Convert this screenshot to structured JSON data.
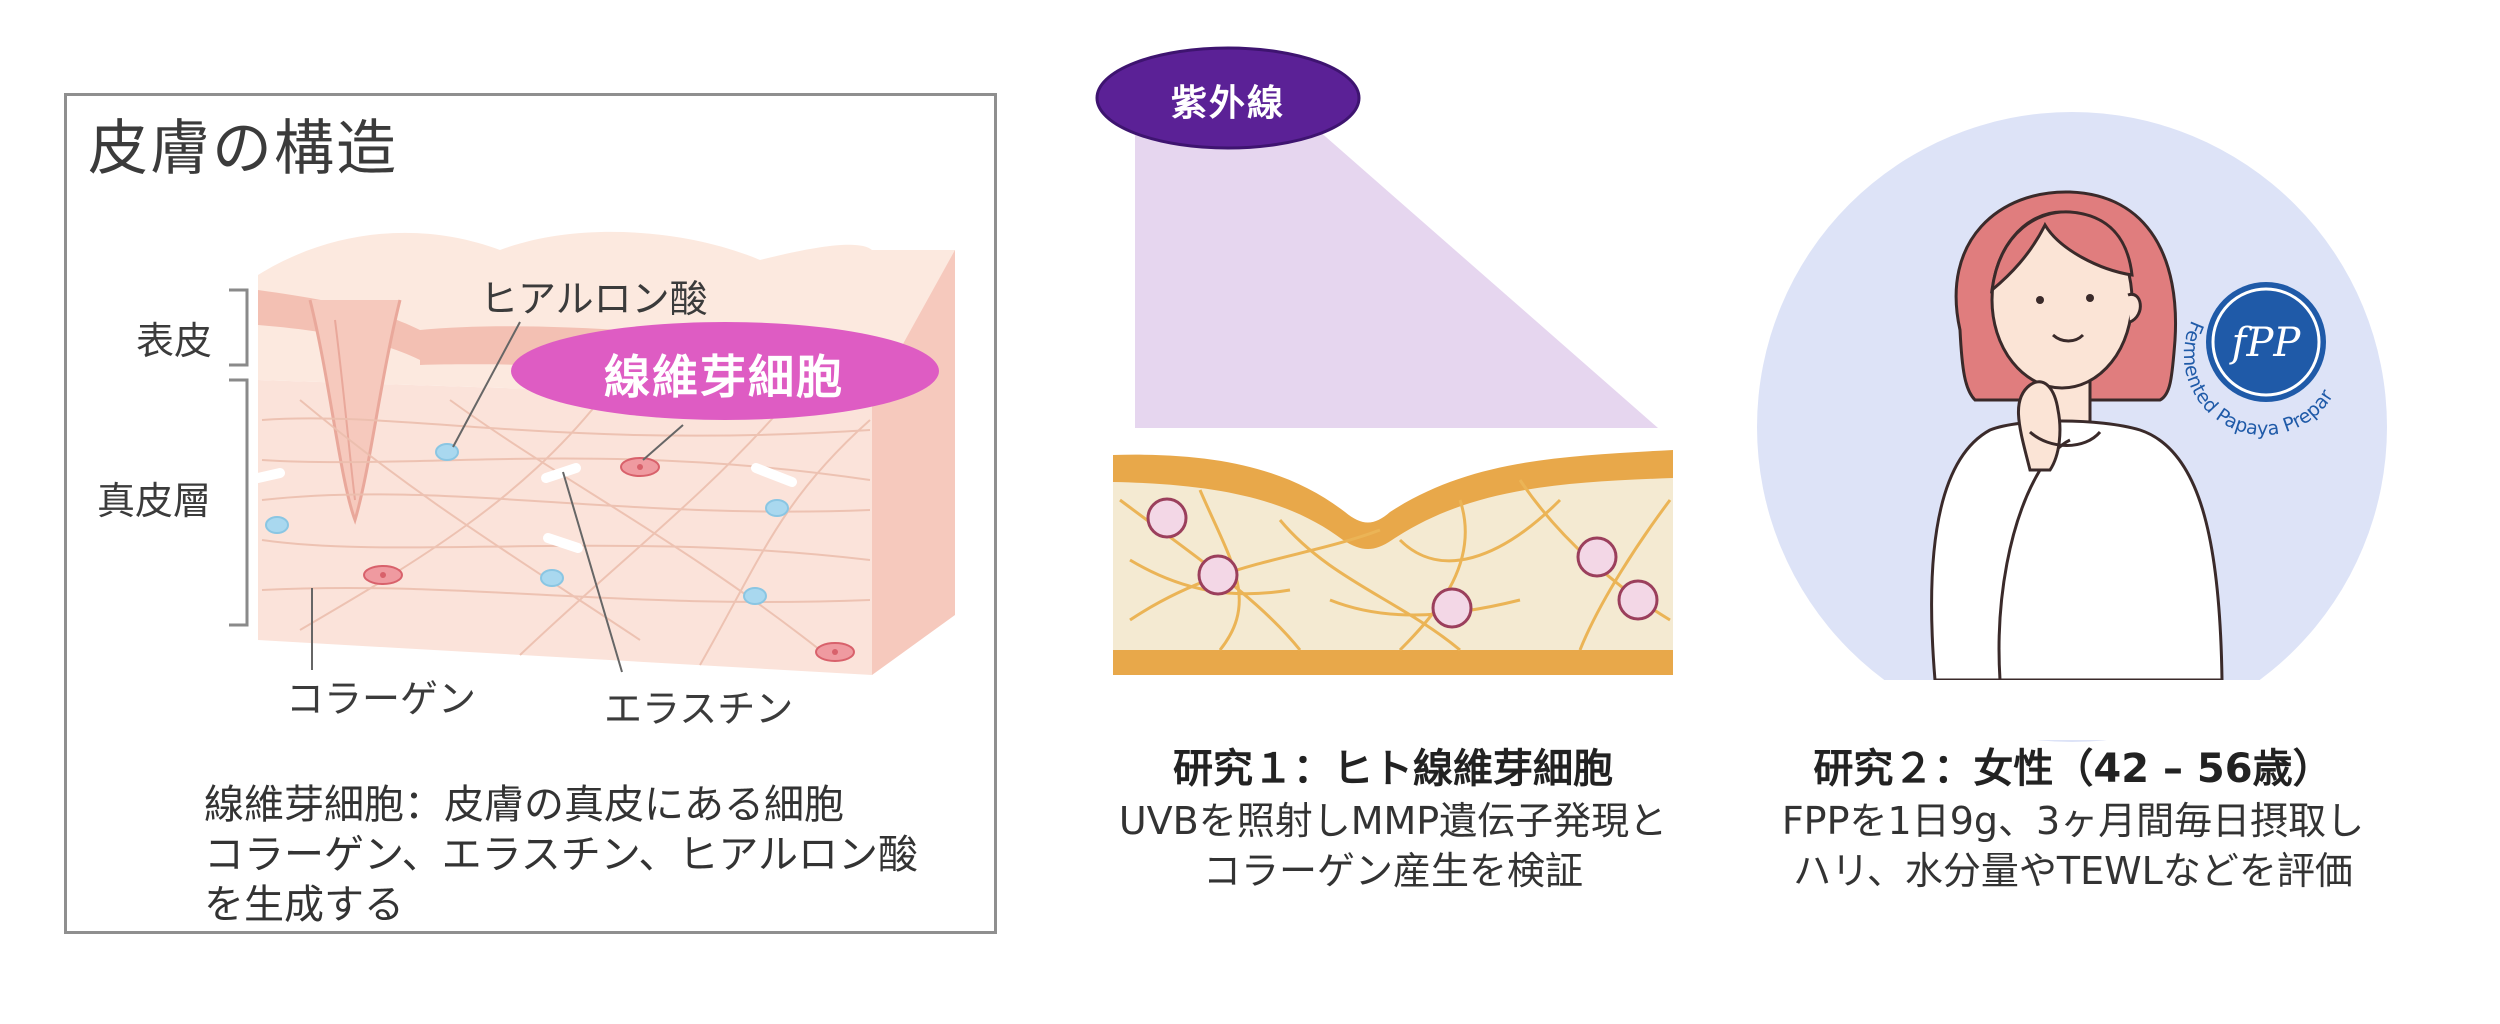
{
  "skin_panel": {
    "title": "皮膚の構造",
    "layer_epidermis": "表皮",
    "layer_dermis": "真皮層",
    "label_hyaluronic": "ヒアルロン酸",
    "label_fibroblast": "線維芽細胞",
    "label_collagen": "コラーゲン",
    "label_elastin": "エラスチン",
    "description": [
      "線維芽細胞：皮膚の真皮にある細胞",
      "コラーゲン、エラスチン、ヒアルロン酸",
      "を生成する"
    ]
  },
  "study1": {
    "uv_label": "紫外線",
    "title": "研究１：ヒト線維芽細胞",
    "lines": [
      "UVBを照射しMMP遺伝子発現と",
      "コラーゲン産生を検証"
    ]
  },
  "study2": {
    "title": "研究２：女性（42 – 56歳）",
    "lines": [
      "FPPを1日9g、3ヶ月間毎日摂取し",
      "ハリ、水分量やTEWLなどを評価"
    ],
    "logo_mark": "fPP",
    "logo_ring_text": "Fermented Papaya Preparation"
  },
  "colors": {
    "uv_badge": "#5b2196",
    "uv_beam": "#e6d6ef",
    "fibroblast_badge": "#de5cc3",
    "skin_layer": "#e8a84a",
    "background_circle": "#dde3f7",
    "hair": "#e07d7e",
    "logo_blue": "#1f5aa8"
  }
}
